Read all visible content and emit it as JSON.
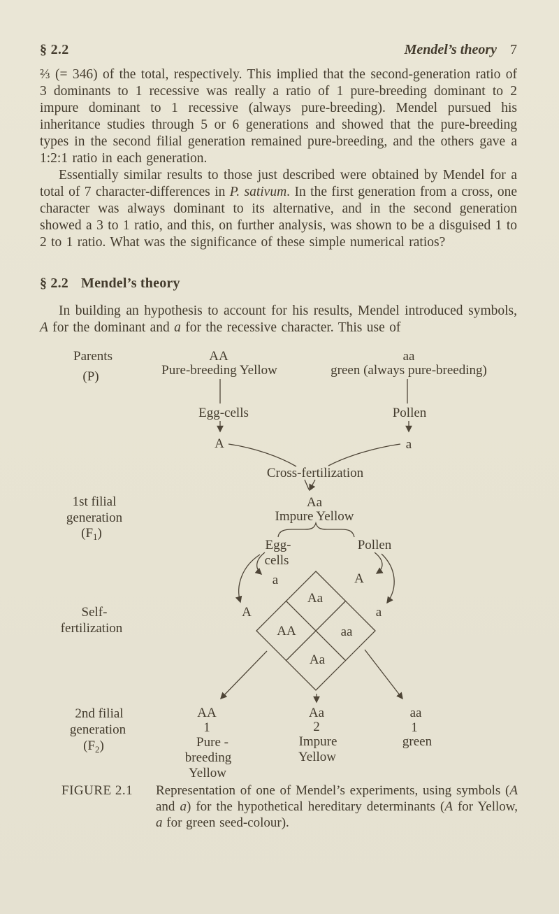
{
  "colors": {
    "page_bg": "#e8e4d3",
    "ink": "#433b2d"
  },
  "header": {
    "section": "§ 2.2",
    "running_title": "Mendel’s theory",
    "page_number": "7"
  },
  "para1": "⅔ (= 346) of the total, respectively. This implied that the second-generation ratio of 3 dominants to 1 recessive was really a ratio of 1 pure-breeding dominant to 2 impure dominant to 1 recessive (always pure-breeding). Mendel pursued his inheritance studies through 5 or 6 generations and showed that the pure-breeding types in the second filial generation remained pure-breeding, and the others gave a 1:2:1 ratio in each generation.",
  "para2": {
    "s0": "Essentially similar results to those just described were obtained by Mendel for a total of 7 character-differences in ",
    "s1": "P. sativum",
    "s2": ". In the first generation from a cross, one character was always dominant to its alternative, and in the second generation showed a 3 to 1 ratio, and this, on further analysis, was shown to be a disguised 1 to 2 to 1 ratio. What was the significance of these simple numerical ratios?"
  },
  "heading": {
    "number": "§ 2.2",
    "title": "Mendel’s theory"
  },
  "para3": {
    "s0": "In building an hypothesis to account for his results, Mendel introduced symbols, ",
    "s1": "A",
    "s2": " for the dominant and ",
    "s3": "a",
    "s4": " for the recessive character. This use of"
  },
  "figure": {
    "row_labels": {
      "parents": "Parents",
      "p": "(P)",
      "f1a": "1st filial",
      "f1b": "generation",
      "f1c_pre": "(F",
      "f1c_sub": "1",
      "f1c_post": ")",
      "selfa": "Self-",
      "selfb": "fertilization",
      "f2a": "2nd filial",
      "f2b": "generation",
      "f2c_pre": "(F",
      "f2c_sub": "2",
      "f2c_post": ")"
    },
    "p_gen": {
      "left_genotype": "AA",
      "left_phenotype": "Pure-breeding Yellow",
      "right_genotype": "aa",
      "right_phenotype": "green (always pure-breeding)",
      "left_gametes_label": "Egg-cells",
      "right_gametes_label": "Pollen",
      "left_gamete": "A",
      "right_gamete": "a",
      "cross_label": "Cross-fertilization"
    },
    "f1_gen": {
      "genotype": "Aa",
      "phenotype": "Impure Yellow",
      "egg1": "Egg-",
      "egg2": "cells",
      "pollen": "Pollen",
      "egg_gamete_a": "a",
      "egg_gamete_A": "A",
      "pollen_gamete_A": "A",
      "pollen_gamete_a": "a"
    },
    "punnett": {
      "top": "Aa",
      "left": "AA",
      "right": "aa",
      "bottom": "Aa"
    },
    "f2_gen": {
      "col1": {
        "genotype": "AA",
        "count": "1",
        "ph1": "Pure -",
        "ph2": "breeding",
        "ph3": "Yellow"
      },
      "col2": {
        "genotype": "Aa",
        "count": "2",
        "ph1": "Impure",
        "ph2": "Yellow"
      },
      "col3": {
        "genotype": "aa",
        "count": "1",
        "ph1": "green"
      }
    },
    "caption": {
      "label": "FIGURE 2.1",
      "s0": "Representation of one of Mendel’s experiments, using symbols (",
      "s1": "A",
      "s2": " and ",
      "s3": "a",
      "s4": ") for the hypothetical hereditary determinants (",
      "s5": "A",
      "s6": " for Yellow, ",
      "s7": "a",
      "s8": " for green seed-colour)."
    }
  }
}
